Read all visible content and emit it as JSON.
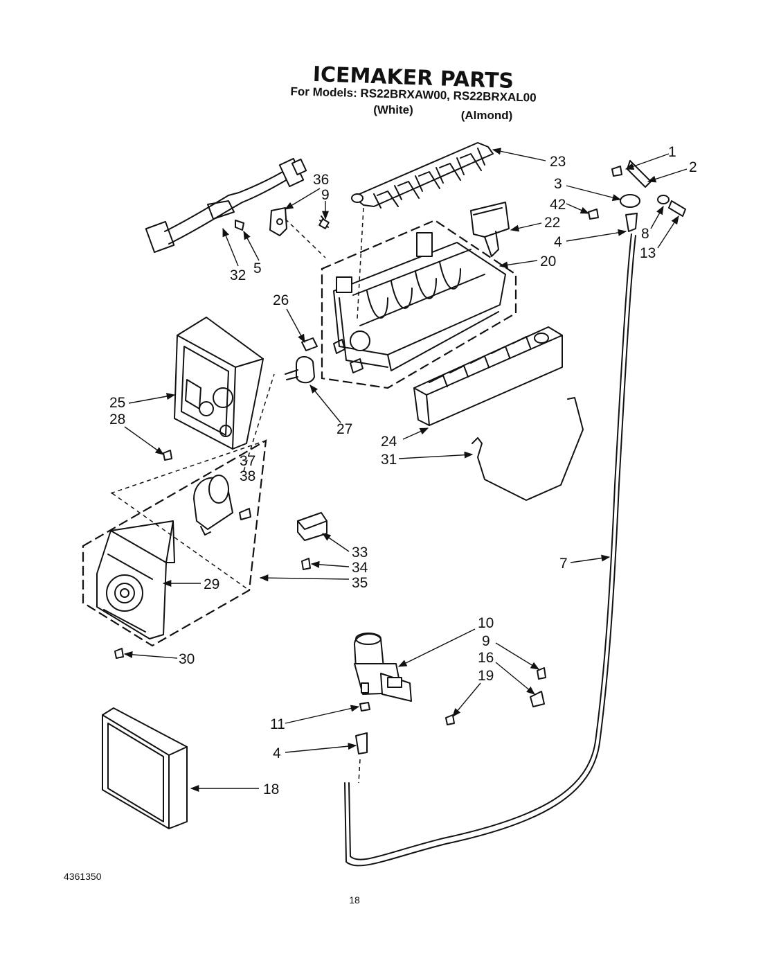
{
  "header": {
    "title": "ICEMAKER PARTS",
    "models_line": "For Models: RS22BRXAW00, RS22BRXAL00",
    "variant_white": "(White)",
    "variant_almond": "(Almond)"
  },
  "callouts": {
    "c1": "1",
    "c2": "2",
    "c3": "3",
    "c4a": "4",
    "c4b": "4",
    "c5": "5",
    "c7": "7",
    "c8": "8",
    "c9a": "9",
    "c9b": "9",
    "c10": "10",
    "c11": "11",
    "c13": "13",
    "c16": "16",
    "c18": "18",
    "c19": "19",
    "c20": "20",
    "c22": "22",
    "c23": "23",
    "c24": "24",
    "c25": "25",
    "c26": "26",
    "c27": "27",
    "c28": "28",
    "c29": "29",
    "c30": "30",
    "c31": "31",
    "c32": "32",
    "c33": "33",
    "c34": "34",
    "c35": "35",
    "c36": "36",
    "c37": "37",
    "c38": "38",
    "c42": "42"
  },
  "footer": {
    "doc_number": "4361350",
    "page_number": "18"
  }
}
